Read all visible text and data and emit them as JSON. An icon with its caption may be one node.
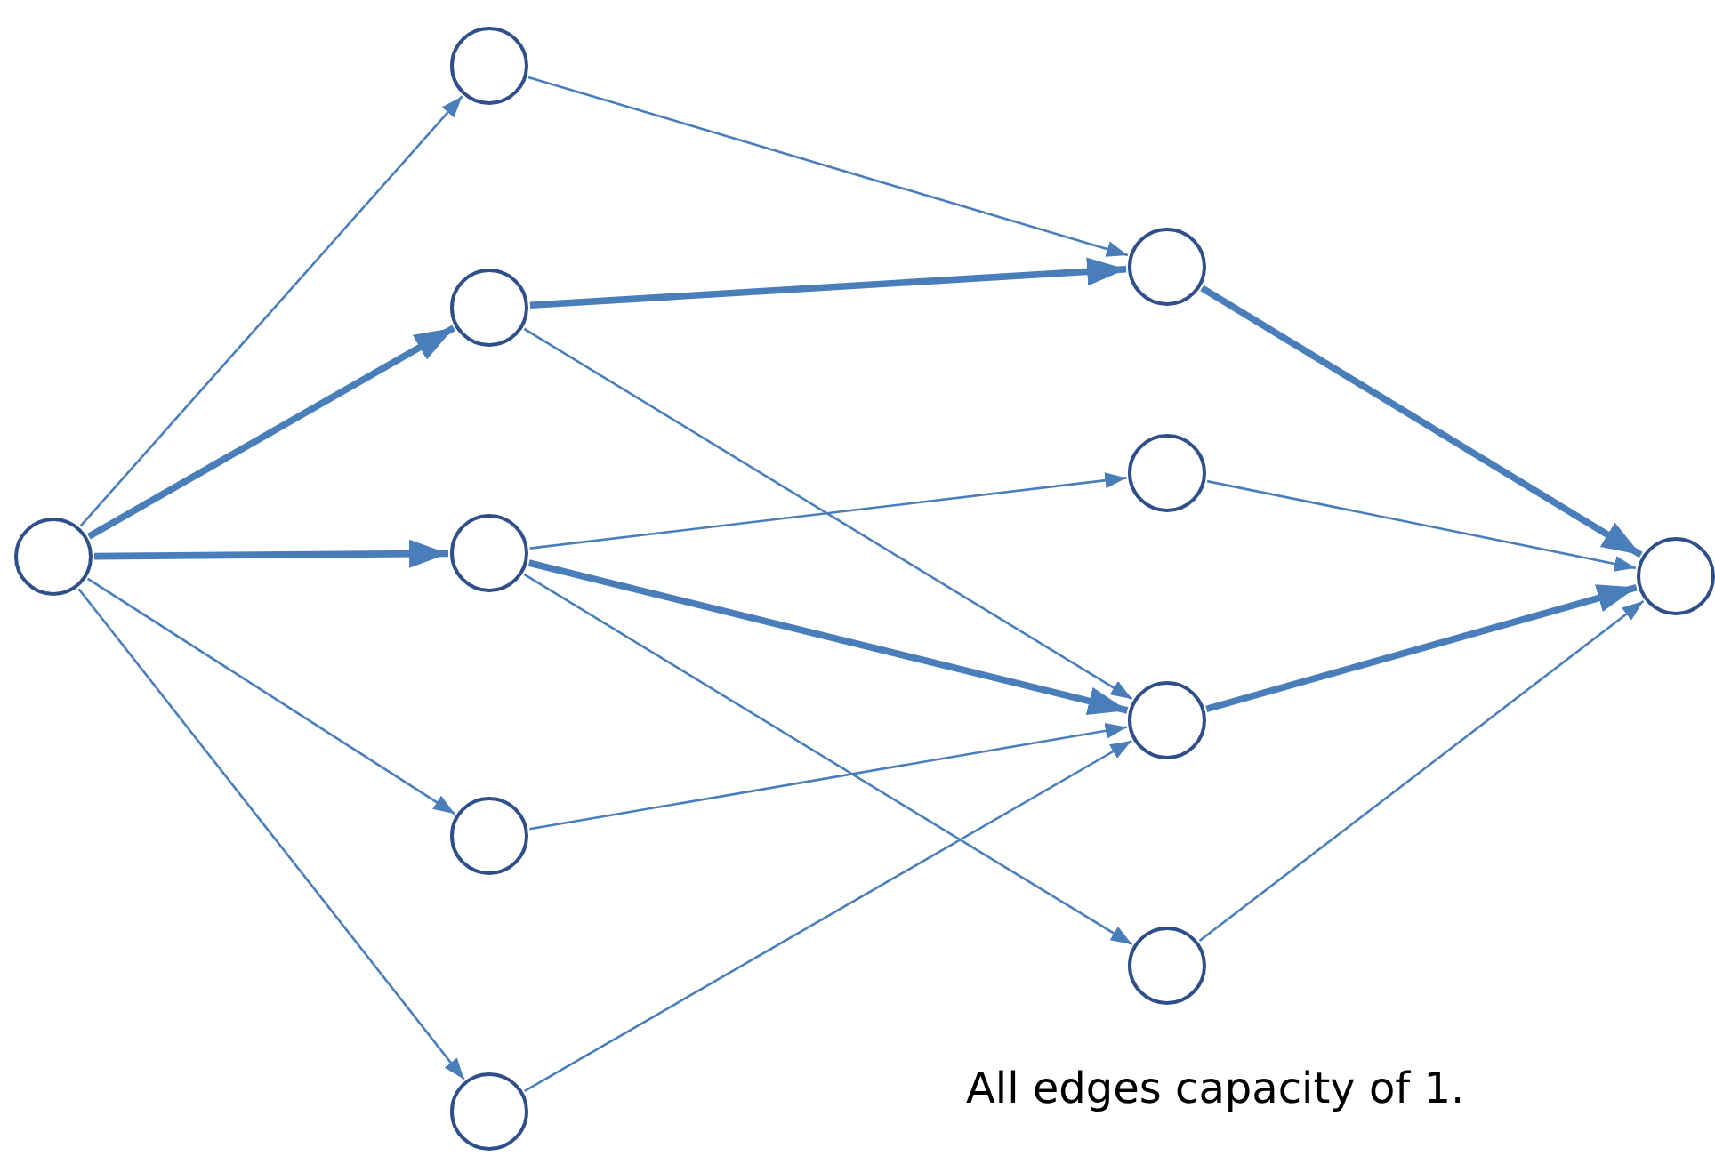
{
  "diagram": {
    "nodes": [
      {
        "text": [],
        "shape": "circle"
      },
      {
        "text": [],
        "shape": "circle"
      },
      {
        "text": [],
        "shape": "circle"
      },
      {
        "text": [],
        "shape": "circle"
      },
      {
        "text": [],
        "shape": "circle"
      },
      {
        "text": [],
        "shape": "circle"
      },
      {
        "text": [],
        "shape": "circle"
      },
      {
        "text": [],
        "shape": "circle"
      },
      {
        "text": [],
        "shape": "circle"
      },
      {
        "text": [],
        "shape": "circle"
      },
      {
        "text": [],
        "shape": "circle"
      }
    ],
    "edges": [
      {
        "from": 0,
        "to": 1,
        "arrow": "to"
      },
      {
        "from": 0,
        "to": 2,
        "arrow": "to",
        "style": "thick"
      },
      {
        "from": 0,
        "to": 3,
        "arrow": "to",
        "style": "thick"
      },
      {
        "from": 0,
        "to": 4,
        "arrow": "to"
      },
      {
        "from": 0,
        "to": 5,
        "arrow": "to"
      },
      {
        "from": 1,
        "to": 6,
        "arrow": "to"
      },
      {
        "from": 2,
        "to": 6,
        "arrow": "to",
        "style": "thick"
      },
      {
        "from": 2,
        "to": 8,
        "arrow": "to"
      },
      {
        "from": 3,
        "to": 7,
        "arrow": "to"
      },
      {
        "from": 3,
        "to": 8,
        "arrow": "to",
        "style": "thick"
      },
      {
        "from": 3,
        "to": 9,
        "arrow": "to"
      },
      {
        "from": 4,
        "to": 8,
        "arrow": "to"
      },
      {
        "from": 5,
        "to": 8,
        "arrow": "to"
      },
      {
        "from": 6,
        "to": 10,
        "arrow": "to",
        "style": "thick"
      },
      {
        "from": 7,
        "to": 10,
        "arrow": "to"
      },
      {
        "from": 8,
        "to": 10,
        "arrow": "to",
        "style": "thick"
      },
      {
        "from": 9,
        "to": 10,
        "arrow": "to"
      }
    ],
    "labels": [
      "All edges capacity of 1."
    ]
  }
}
